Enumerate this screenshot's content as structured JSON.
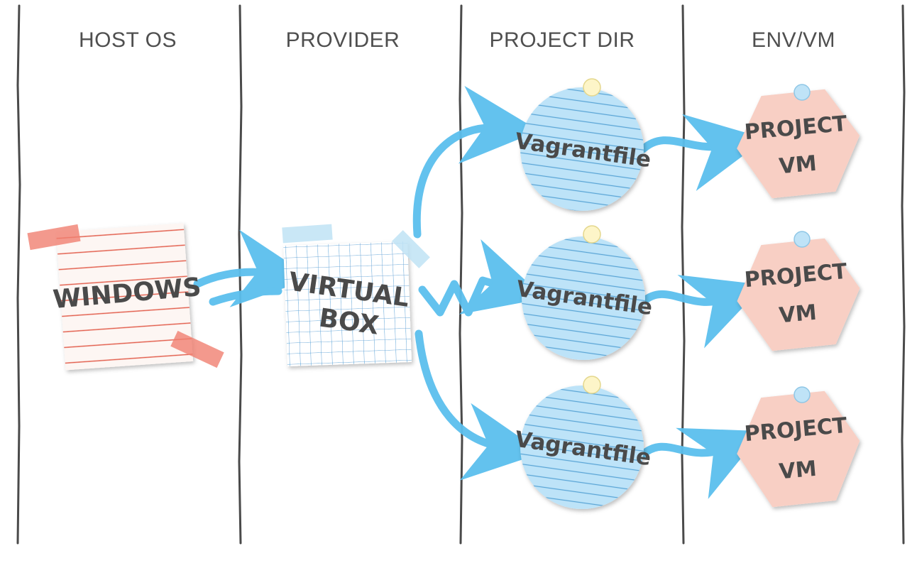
{
  "columns": [
    {
      "header": "HOST OS"
    },
    {
      "header": "PROVIDER"
    },
    {
      "header": "PROJECT DIR"
    },
    {
      "header": "ENV/VM"
    }
  ],
  "host": {
    "label": "WINDOWS"
  },
  "provider": {
    "label_line1": "VIRTUAL",
    "label_line2": "BOX"
  },
  "projects": [
    {
      "file_label": "Vagrantfile",
      "vm_line1": "PROJECT",
      "vm_line2": "VM"
    },
    {
      "file_label": "Vagrantfile",
      "vm_line1": "PROJECT",
      "vm_line2": "VM"
    },
    {
      "file_label": "Vagrantfile",
      "vm_line1": "PROJECT",
      "vm_line2": "VM"
    }
  ],
  "colors": {
    "arrow": "#5bbfee",
    "divider": "#4a4a4a",
    "windows_note": "#fdf6f3",
    "windows_lines": "#e35d4c",
    "tape_red": "#f08070",
    "tape_blue": "#bfe3f5",
    "grid_lines": "#4aa3d8",
    "vagrantfile_fill": "#bde3f8",
    "vagrantfile_lines": "#5aa5d6",
    "vm_fill": "#f8cfc4",
    "pin_yellow": "#fdf5c8",
    "pin_blue": "#bfe3f7"
  }
}
